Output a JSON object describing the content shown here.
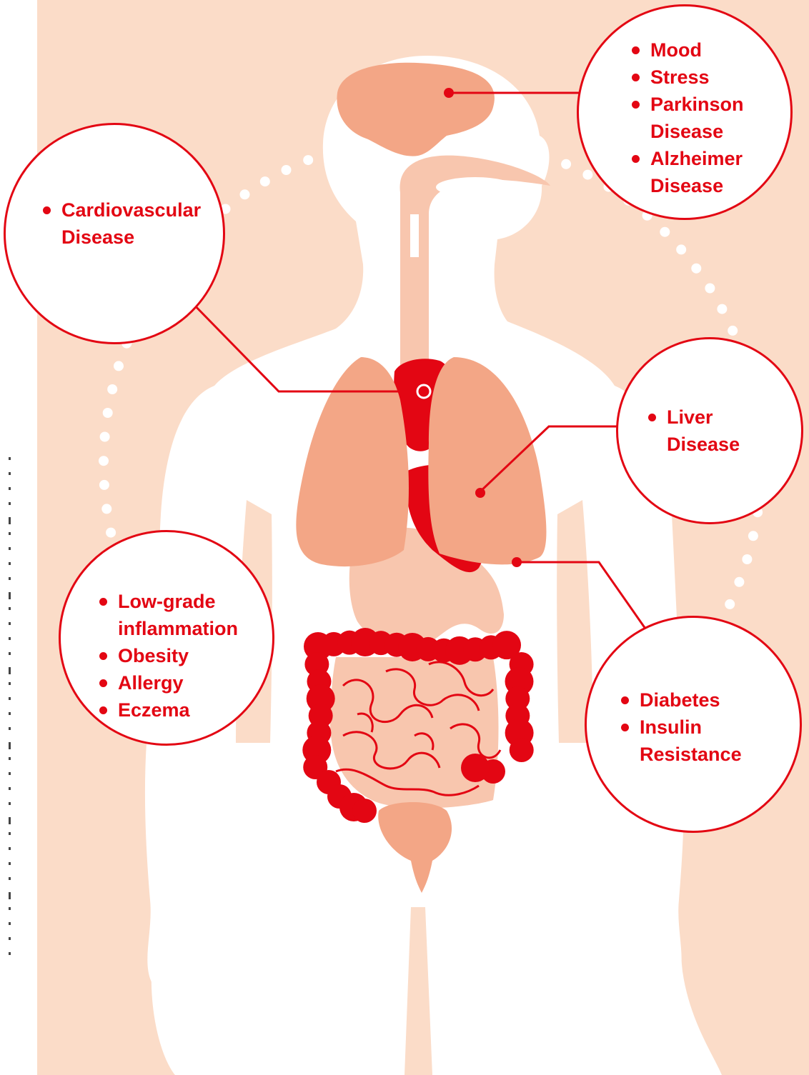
{
  "colors": {
    "accent": "#e30613",
    "background": "#fbdcc8",
    "body": "#ffffff",
    "organ_salmon": "#f3a686",
    "organ_light": "#f8c6ae",
    "organ_red": "#e30613"
  },
  "callouts": {
    "brain": {
      "items": [
        {
          "lines": [
            "Mood"
          ]
        },
        {
          "lines": [
            "Stress"
          ]
        },
        {
          "lines": [
            "Parkinson",
            "Disease"
          ]
        },
        {
          "lines": [
            "Alzheimer",
            "Disease"
          ]
        }
      ]
    },
    "heart": {
      "items": [
        {
          "lines": [
            "Cardiovascular",
            "Disease"
          ]
        }
      ]
    },
    "liver": {
      "items": [
        {
          "lines": [
            "Liver",
            "Disease"
          ]
        }
      ]
    },
    "gut": {
      "items": [
        {
          "lines": [
            "Low-grade",
            "inflammation"
          ]
        },
        {
          "lines": [
            "Obesity"
          ]
        },
        {
          "lines": [
            "Allergy"
          ]
        },
        {
          "lines": [
            "Eczema"
          ]
        }
      ]
    },
    "pancreas": {
      "items": [
        {
          "lines": [
            "Diabetes"
          ]
        },
        {
          "lines": [
            "Insulin",
            "Resistance"
          ]
        }
      ]
    }
  }
}
